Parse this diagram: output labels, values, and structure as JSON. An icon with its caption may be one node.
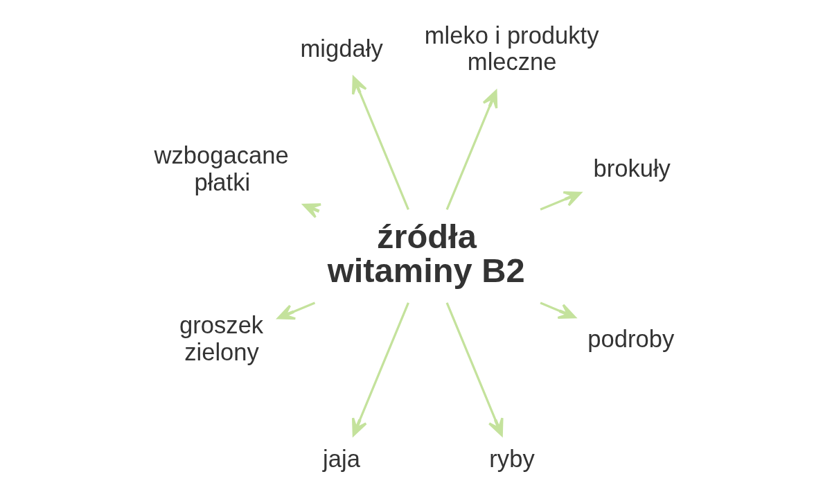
{
  "diagram": {
    "nodes": [
      {
        "text": [
          "źródła witaminy B2"
        ]
      },
      {
        "text": [
          "brokuły"
        ]
      },
      {
        "text": [
          "mleko i produkty mleczne"
        ]
      },
      {
        "text": [
          "migdały"
        ]
      },
      {
        "text": [
          "wzbogacane płatki"
        ]
      },
      {
        "text": [
          "groszek zielony"
        ]
      },
      {
        "text": [
          "jaja"
        ]
      },
      {
        "text": [
          "ryby"
        ]
      },
      {
        "text": [
          "podroby"
        ]
      }
    ],
    "edges": [
      {
        "from": 0,
        "to": 1,
        "arrow": "to"
      },
      {
        "from": 0,
        "to": 2,
        "arrow": "to"
      },
      {
        "from": 0,
        "to": 3,
        "arrow": "to"
      },
      {
        "from": 0,
        "to": 4,
        "arrow": "to"
      },
      {
        "from": 0,
        "to": 5,
        "arrow": "to"
      },
      {
        "from": 0,
        "to": 6,
        "arrow": "to"
      },
      {
        "from": 0,
        "to": 7,
        "arrow": "to"
      },
      {
        "from": 0,
        "to": 8,
        "arrow": "to"
      }
    ]
  }
}
